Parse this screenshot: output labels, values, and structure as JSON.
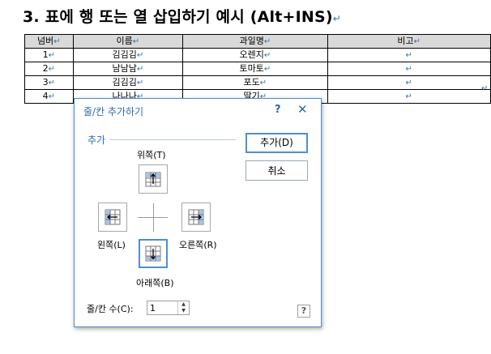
{
  "document": {
    "heading": "3. 표에 행 또는 열 삽입하기 예시 (Alt+INS)",
    "para_mark": "↵",
    "table": {
      "headers": [
        "넘버",
        "이름",
        "과일명",
        "비고"
      ],
      "rows": [
        [
          "1",
          "김김김",
          "오렌지",
          ""
        ],
        [
          "2",
          "남남남",
          "토마토",
          ""
        ],
        [
          "3",
          "김김김",
          "포도",
          ""
        ],
        [
          "4",
          "나나나",
          "딸기",
          ""
        ]
      ]
    }
  },
  "dialog": {
    "title": "줄/칸 추가하기",
    "help_symbol": "?",
    "close_symbol": "✕",
    "group_label": "추가",
    "directions": {
      "above": "위쪽(T)",
      "left": "왼쪽(L)",
      "right": "오른쪽(R)",
      "below": "아래쪽(B)",
      "selected": "below"
    },
    "buttons": {
      "add": "추가(D)",
      "cancel": "취소"
    },
    "count": {
      "label": "줄/칸 수(C):",
      "value": "1"
    }
  },
  "colors": {
    "accent": "#2b6bb0",
    "selected_border": "#4d8fd0",
    "header_fill": "#d9d9d9"
  }
}
